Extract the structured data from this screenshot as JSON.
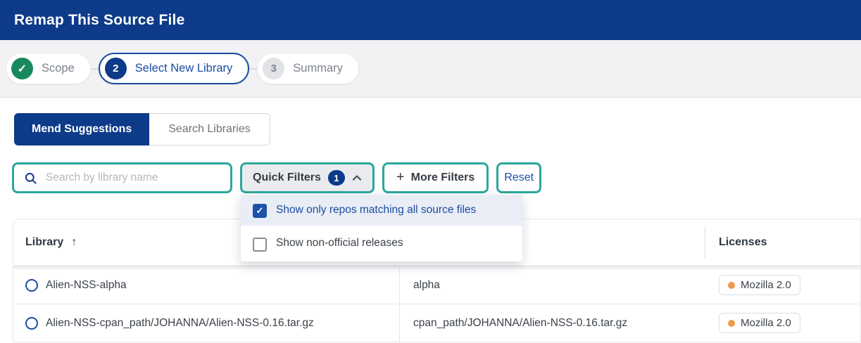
{
  "header": {
    "title": "Remap This Source File"
  },
  "stepper": {
    "steps": [
      {
        "label": "Scope",
        "state": "complete",
        "icon": "check-icon",
        "check_glyph": "✓"
      },
      {
        "number": "2",
        "label": "Select New Library",
        "state": "active"
      },
      {
        "number": "3",
        "label": "Summary",
        "state": "upcoming"
      }
    ]
  },
  "tabs": [
    {
      "label": "Mend Suggestions",
      "active": true
    },
    {
      "label": "Search Libraries",
      "active": false
    }
  ],
  "filters": {
    "search": {
      "placeholder": "Search by library name",
      "value": "",
      "icon": "search-icon"
    },
    "quick_filters": {
      "label": "Quick Filters",
      "count": "1",
      "icon": "chevron-up-icon",
      "expanded": true
    },
    "more_filters": {
      "plus": "+",
      "label": "More Filters"
    },
    "reset": {
      "label": "Reset"
    },
    "dropdown_options": [
      {
        "label": "Show only repos matching all source files",
        "checked": true,
        "check_glyph": "✓"
      },
      {
        "label": "Show non-official releases",
        "checked": false,
        "check_glyph": ""
      }
    ]
  },
  "table": {
    "headers": {
      "library": "Library",
      "licenses": "Licenses",
      "sort_arrow": "↑",
      "sort_icon": "sort-asc-icon"
    },
    "rows": [
      {
        "library": "Alien-NSS-alpha",
        "version": "alpha",
        "license": "Mozilla 2.0",
        "selected": false
      },
      {
        "library": "Alien-NSS-cpan_path/JOHANNA/Alien-NSS-0.16.tar.gz",
        "version": "cpan_path/JOHANNA/Alien-NSS-0.16.tar.gz",
        "license": "Mozilla 2.0",
        "selected": false
      }
    ]
  },
  "colors": {
    "header_navy": "#0D3A89",
    "accent_teal": "#2BA79D",
    "link_blue": "#1B4DA1",
    "step_complete_green": "#18895F",
    "license_dot_orange": "#F09A4E",
    "dropdown_highlight": "#E9EDF6",
    "band_gray": "#F2F2F4"
  }
}
